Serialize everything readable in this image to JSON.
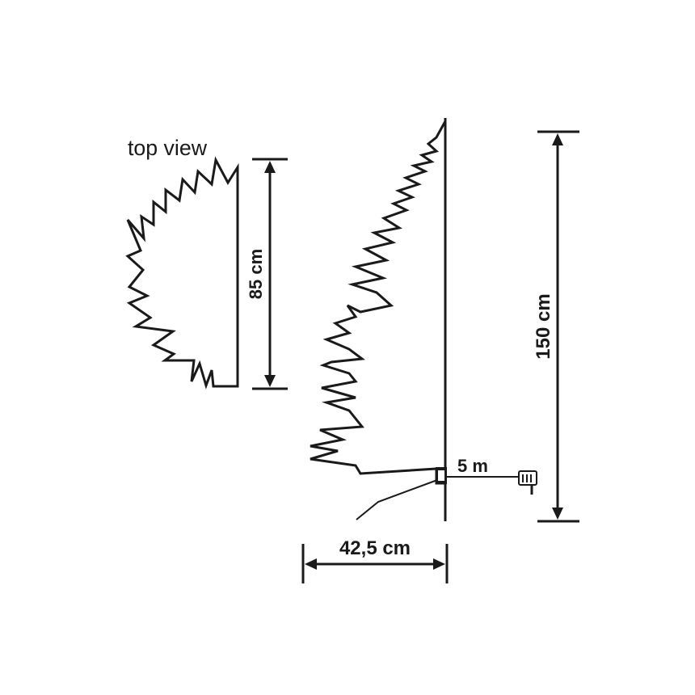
{
  "labels": {
    "top_view": "top view",
    "depth": "85 cm",
    "height": "150 cm",
    "width": "42,5 cm",
    "cable": "5 m"
  },
  "colors": {
    "ink": "#1a1a1a",
    "background": "#ffffff"
  }
}
